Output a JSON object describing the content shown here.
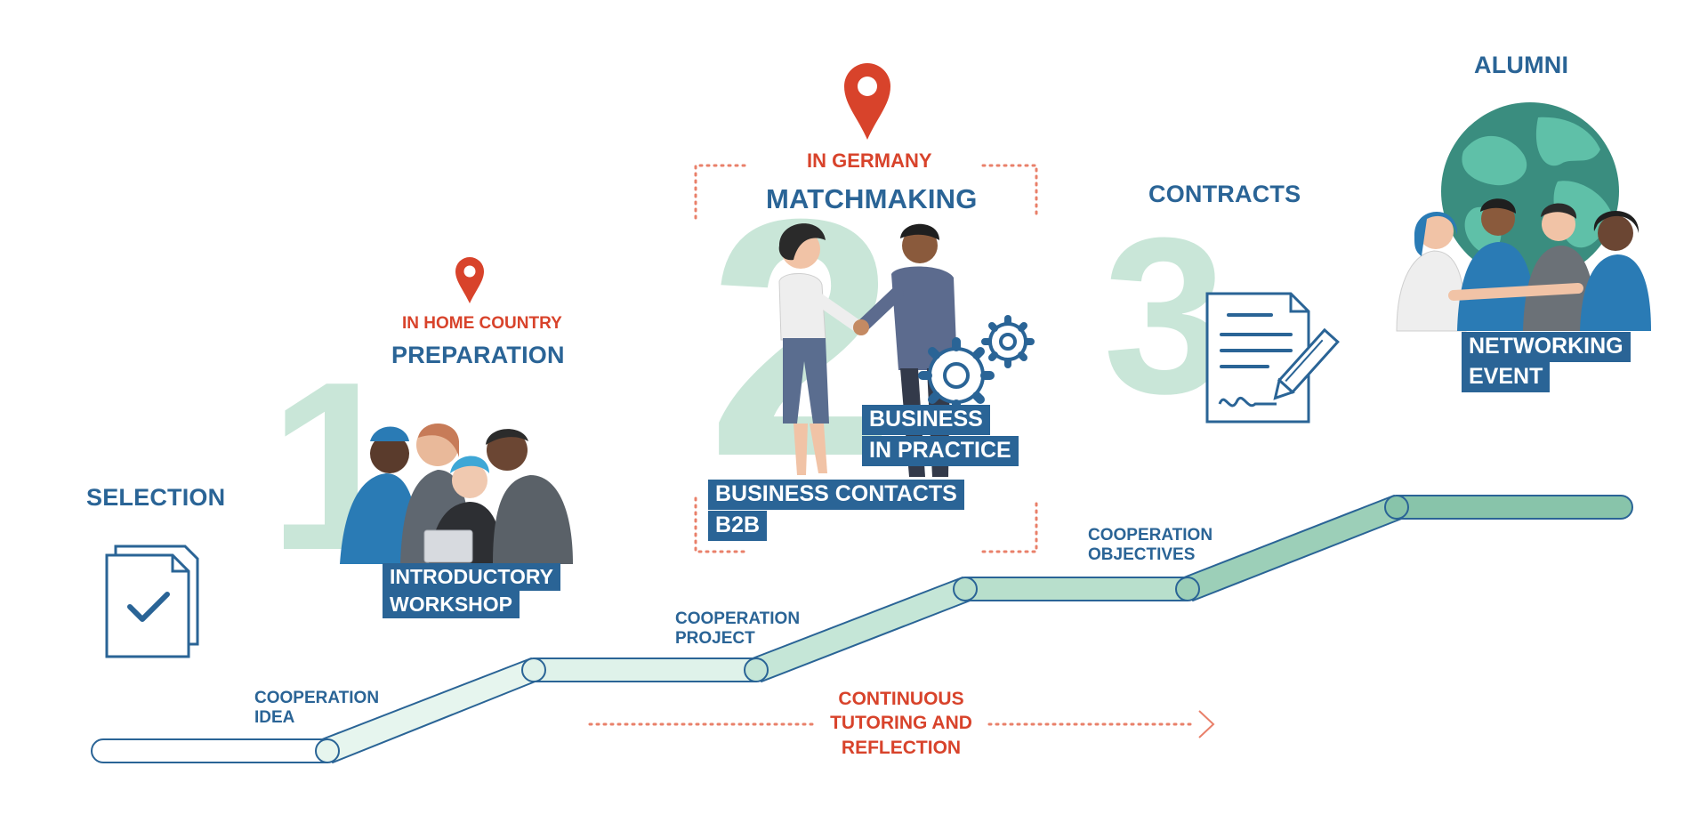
{
  "stages": {
    "selection": {
      "title": "SELECTION"
    },
    "preparation": {
      "location": "IN HOME COUNTRY",
      "title": "PREPARATION",
      "number": "1",
      "activity": [
        "INTRODUCTORY",
        "WORKSHOP"
      ]
    },
    "matchmaking": {
      "location": "IN GERMANY",
      "title": "MATCHMAKING",
      "number": "2",
      "activities": [
        [
          "BUSINESS",
          "IN PRACTICE"
        ],
        [
          "BUSINESS CONTACTS",
          "B2B"
        ]
      ]
    },
    "contracts": {
      "title": "CONTRACTS",
      "number": "3"
    },
    "alumni": {
      "title": "ALUMNI",
      "activity": [
        "NETWORKING",
        "EVENT"
      ]
    }
  },
  "path_labels": [
    [
      "COOPERATION",
      "IDEA"
    ],
    [
      "COOPERATION",
      "PROJECT"
    ],
    [
      "COOPERATION",
      "OBJECTIVES"
    ]
  ],
  "tutoring": [
    "CONTINUOUS",
    "TUTORING AND",
    "REFLECTION"
  ],
  "colors": {
    "blue": "#2a6496",
    "red": "#d8432b",
    "green_light": "#dff2ea",
    "green_mid": "#a9d6c2",
    "green_dark": "#7fc0a6",
    "number_green": "#c9e6d8"
  },
  "icons": [
    "document-check-icon",
    "location-pin-icon",
    "gear-icon",
    "contract-pencil-icon",
    "globe-icon"
  ]
}
